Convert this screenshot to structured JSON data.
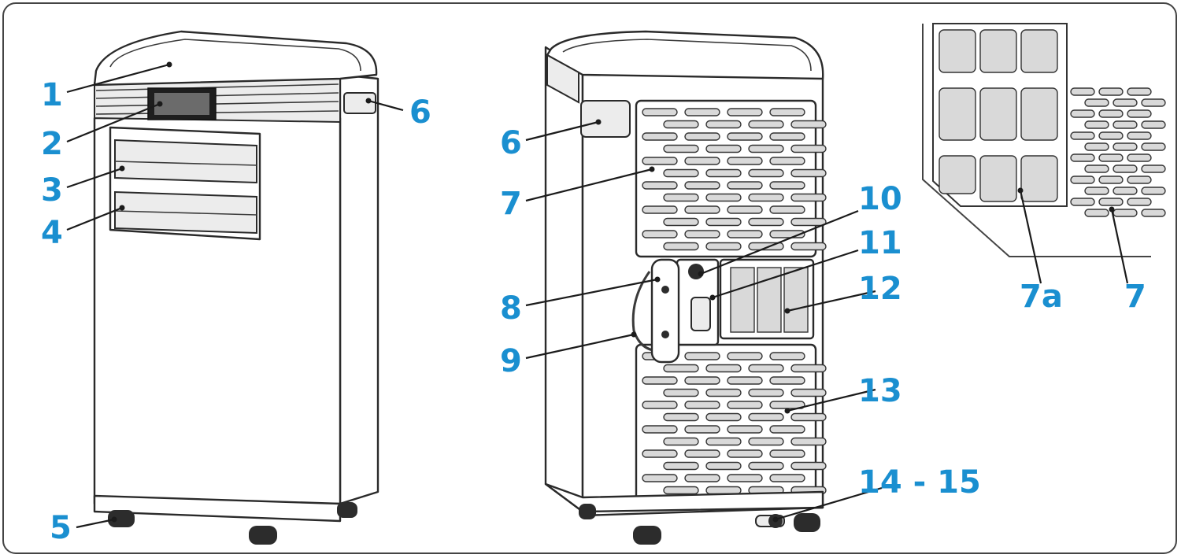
{
  "figure": {
    "callouts": [
      {
        "id": "c1",
        "text": "1"
      },
      {
        "id": "c2",
        "text": "2"
      },
      {
        "id": "c3",
        "text": "3"
      },
      {
        "id": "c4",
        "text": "4"
      },
      {
        "id": "c5",
        "text": "5"
      },
      {
        "id": "c6a",
        "text": "6"
      },
      {
        "id": "c6b",
        "text": "6"
      },
      {
        "id": "c7a",
        "text": "7"
      },
      {
        "id": "c7b",
        "text": "7"
      },
      {
        "id": "c7sub",
        "text": "7a"
      },
      {
        "id": "c8",
        "text": "8"
      },
      {
        "id": "c9",
        "text": "9"
      },
      {
        "id": "c10",
        "text": "10"
      },
      {
        "id": "c11",
        "text": "11"
      },
      {
        "id": "c12",
        "text": "12"
      },
      {
        "id": "c13",
        "text": "13"
      },
      {
        "id": "c1415",
        "text": "14 - 15"
      }
    ]
  },
  "colors": {
    "callout": "#1a8fd0",
    "outline": "#2a2a2a",
    "frame": "#444444"
  }
}
